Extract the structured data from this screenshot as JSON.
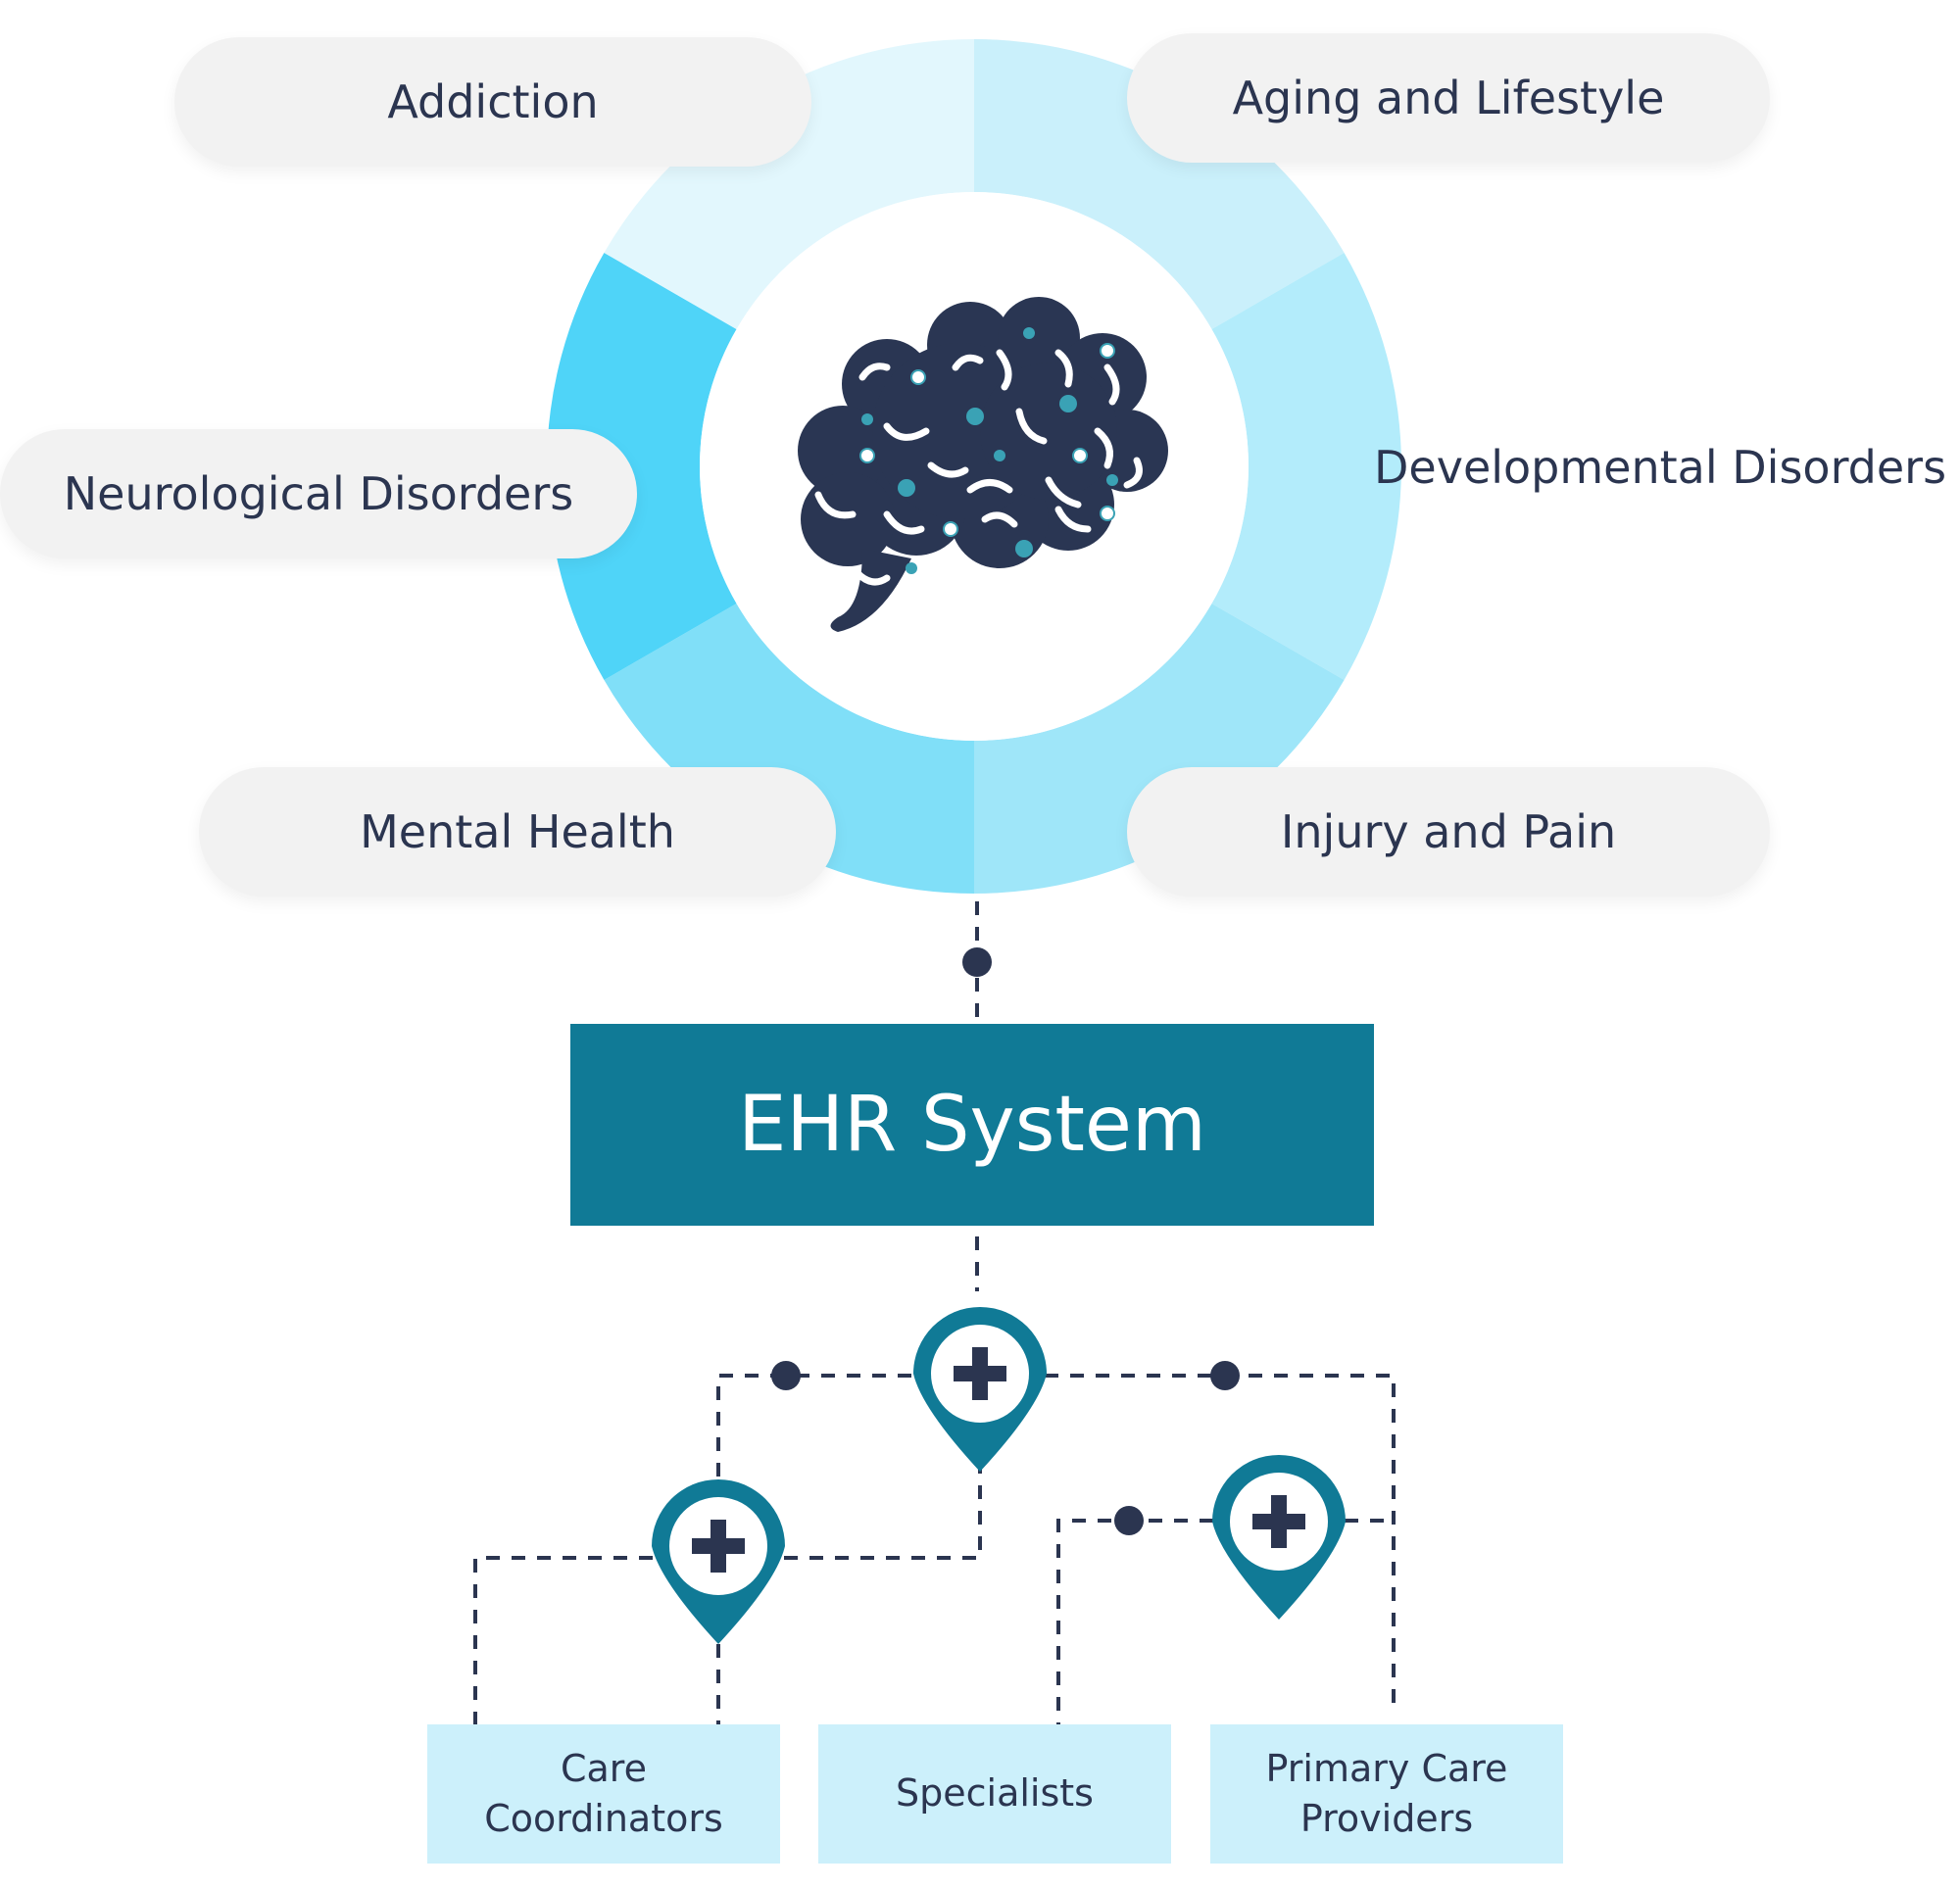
{
  "categories": {
    "addiction": "Addiction",
    "aging": "Aging and Lifestyle",
    "neurological": "Neurological Disorders",
    "developmental": "Developmental Disorders",
    "mental": "Mental Health",
    "injury": "Injury and Pain"
  },
  "center_icon": "brain-icon",
  "system": {
    "label": "EHR System"
  },
  "roles": {
    "care_coordinators": {
      "line1": "Care",
      "line2": "Coordinators"
    },
    "specialists": {
      "line1": "Specialists"
    },
    "primary_care": {
      "line1": "Primary Care",
      "line2": "Providers"
    }
  },
  "node_icon": "medical-cross-pin-icon",
  "colors": {
    "ring_addiction": "#e2f7fd",
    "ring_aging": "#caf0fb",
    "ring_developmental": "#b3ecfb",
    "ring_injury": "#9fe6f9",
    "ring_mental": "#80dff8",
    "ring_neurological": "#4fd4f8",
    "system_box": "#107a96",
    "role_box": "#ccf0fb",
    "text": "#2b3550",
    "connector": "#2b3550"
  }
}
